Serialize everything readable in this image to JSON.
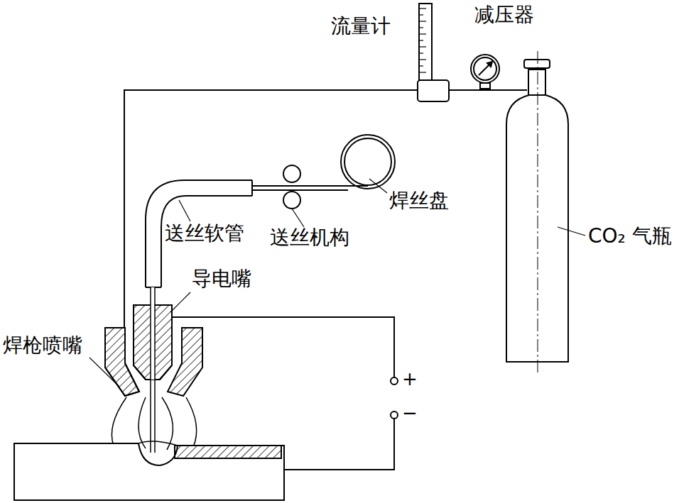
{
  "diagram": {
    "labels": [
      "流量计",
      "减压器",
      "焊丝盘",
      "送丝软管",
      "送丝机构",
      "导电嘴",
      "焊枪喷嘴",
      "CO₂ 气瓶",
      "+",
      "−"
    ]
  }
}
